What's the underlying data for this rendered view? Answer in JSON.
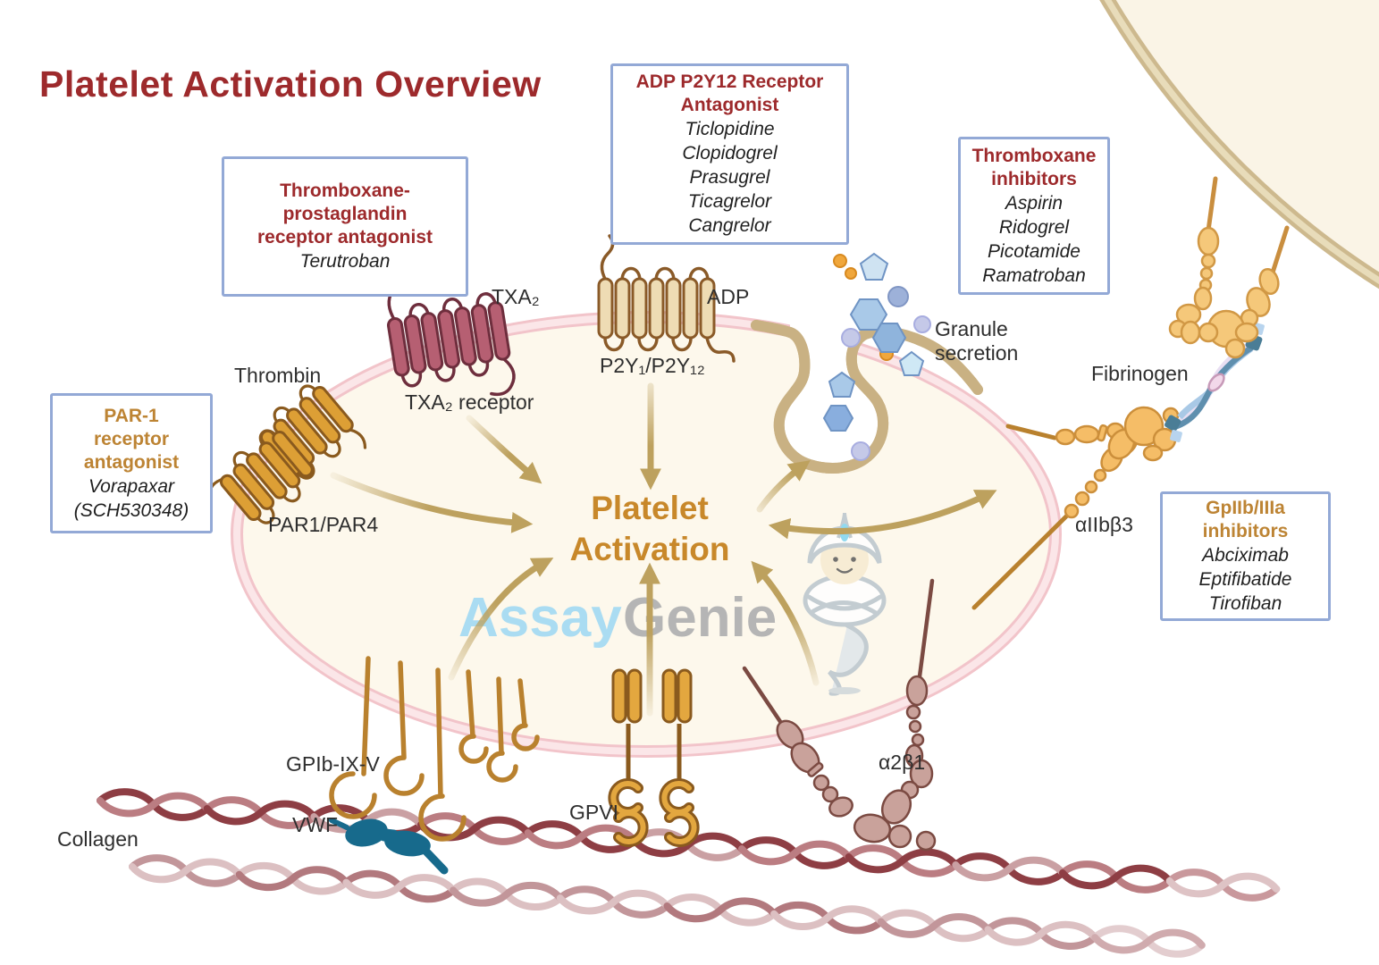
{
  "title": "Platelet Activation Overview",
  "center": {
    "line1": "Platelet",
    "line2": "Activation"
  },
  "watermark": {
    "assay": "Assay",
    "genie": "Genie"
  },
  "boxes": {
    "par1": {
      "title_lines": [
        "PAR-1",
        "receptor",
        "antagonist"
      ],
      "drug_lines": [
        "Vorapaxar",
        "(SCH530348)"
      ]
    },
    "txa_pg": {
      "title_lines": [
        "Thromboxane-",
        "prostaglandin",
        "receptor antagonist"
      ],
      "drug_lines": [
        "Terutroban"
      ]
    },
    "adp": {
      "title_lines": [
        "ADP P2Y12 Receptor",
        "Antagonist"
      ],
      "drug_lines": [
        "Ticlopidine",
        "Clopidogrel",
        "Prasugrel",
        "Ticagrelor",
        "Cangrelor"
      ]
    },
    "thromboxane": {
      "title_lines": [
        "Thromboxane",
        "inhibitors"
      ],
      "drug_lines": [
        "Aspirin",
        "Ridogrel",
        "Picotamide",
        "Ramatroban"
      ]
    },
    "gp2b3a": {
      "title_lines": [
        "GpIIb/IIIa",
        "inhibitors"
      ],
      "drug_lines": [
        "Abciximab",
        "Eptifibatide",
        "Tirofiban"
      ]
    }
  },
  "labels": {
    "thrombin": "Thrombin",
    "txa2": "TXA₂",
    "txa2_receptor": "TXA₂ receptor",
    "adp": "ADP",
    "p2y": "P2Y₁/P2Y₁₂",
    "par": "PAR1/PAR4",
    "granule_line1": "Granule",
    "granule_line2": "secretion",
    "fibrinogen": "Fibrinogen",
    "aIIbb3": "αIIbβ3",
    "gpib": "GPIb-IX-V",
    "vwf": "VWF",
    "collagen": "Collagen",
    "gpvi": "GPVI",
    "a2b1": "α2β1"
  },
  "colors": {
    "title_red": "#9d2a2c",
    "accent_gold": "#bd8434",
    "center_gold": "#c8882a",
    "box_border": "#93a9d6",
    "arrow_tan": "#bda15e",
    "cell_fill": "#fdf8ec",
    "membrane_pink": "#f2c4ca",
    "membrane_tan": "#c9b183",
    "collagen_red": "#8e3e44",
    "vwf_blue": "#176a8c",
    "watermark_blue": "#aadcf2",
    "watermark_gray": "#b5b5b5"
  }
}
